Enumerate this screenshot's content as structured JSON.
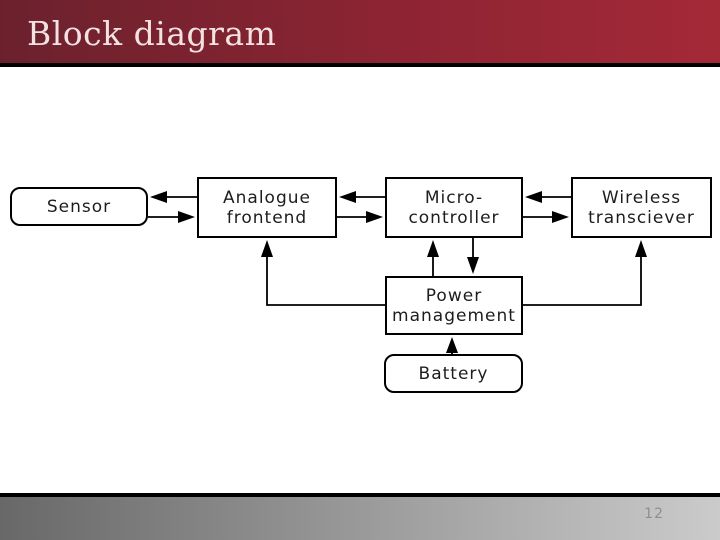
{
  "slide": {
    "title": "Block diagram",
    "page_number": "12"
  },
  "diagram": {
    "nodes": [
      {
        "id": "sensor",
        "label": "Sensor",
        "shape": "rounded"
      },
      {
        "id": "analogue-frontend",
        "label": "Analogue\nfrontend",
        "shape": "rect"
      },
      {
        "id": "microcontroller",
        "label": "Micro-\ncontroller",
        "shape": "rect"
      },
      {
        "id": "wireless-transceiver",
        "label": "Wireless\ntransciever",
        "shape": "rect"
      },
      {
        "id": "power-management",
        "label": "Power\nmanagement",
        "shape": "rect"
      },
      {
        "id": "battery",
        "label": "Battery",
        "shape": "rounded"
      }
    ],
    "edges": [
      {
        "from": "sensor",
        "to": "analogue-frontend",
        "type": "bidirectional"
      },
      {
        "from": "analogue-frontend",
        "to": "microcontroller",
        "type": "bidirectional"
      },
      {
        "from": "microcontroller",
        "to": "wireless-transceiver",
        "type": "bidirectional"
      },
      {
        "from": "microcontroller",
        "to": "power-management",
        "type": "bidirectional"
      },
      {
        "from": "power-management",
        "to": "analogue-frontend",
        "type": "one-way"
      },
      {
        "from": "power-management",
        "to": "wireless-transceiver",
        "type": "one-way"
      },
      {
        "from": "battery",
        "to": "power-management",
        "type": "one-way"
      }
    ]
  },
  "colors": {
    "header_gradient_left": "#6b212d",
    "header_gradient_right": "#a42937",
    "title_text": "#f3e2e2",
    "separator": "#000000",
    "footer_gradient_left": "#686868",
    "footer_gradient_right": "#cbcbcb",
    "page_number": "#8f8f8f",
    "box_border": "#000000",
    "box_fill": "#ffffff",
    "box_text": "#1d1d1d"
  }
}
